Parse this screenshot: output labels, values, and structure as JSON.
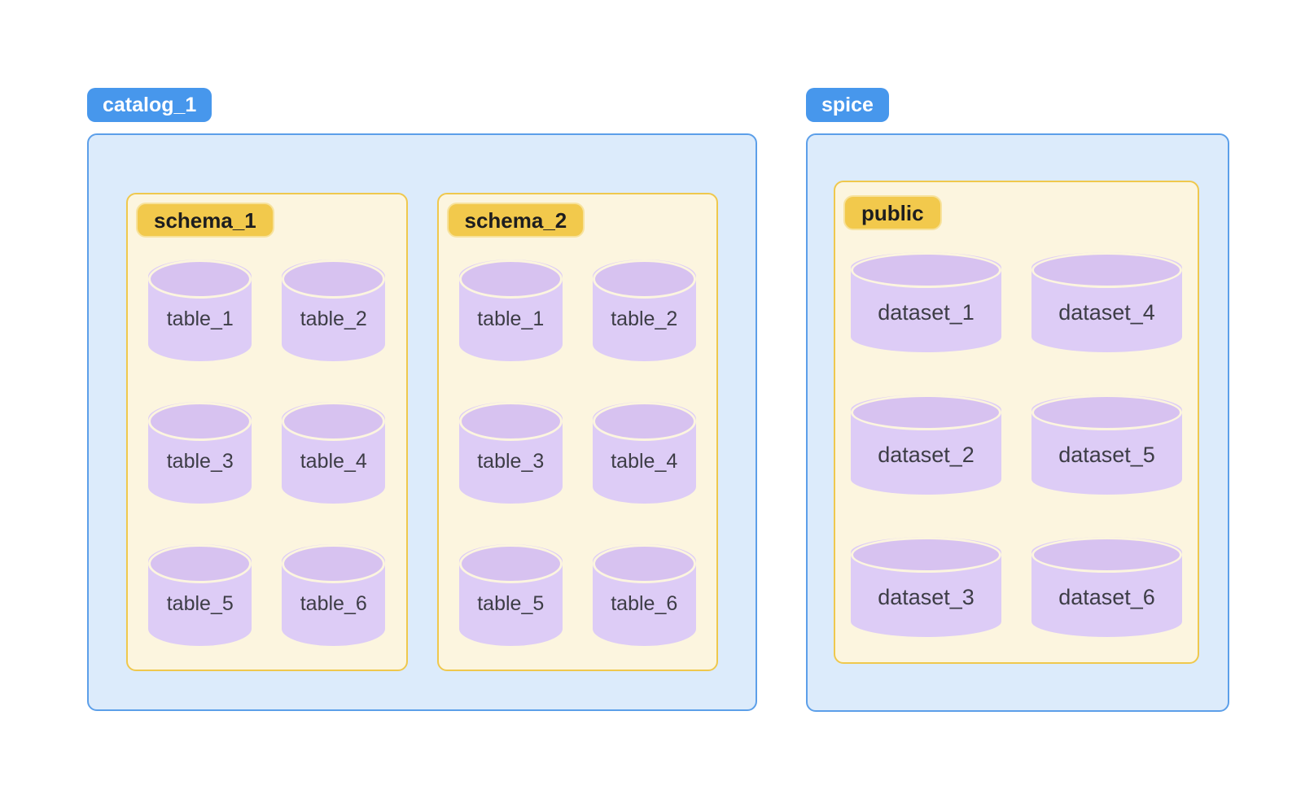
{
  "diagram": {
    "catalogs": [
      {
        "label": "catalog_1",
        "item_icon": "database-cylinder",
        "schemas": [
          {
            "label": "schema_1",
            "items": [
              "table_1",
              "table_2",
              "table_3",
              "table_4",
              "table_5",
              "table_6"
            ]
          },
          {
            "label": "schema_2",
            "items": [
              "table_1",
              "table_2",
              "table_3",
              "table_4",
              "table_5",
              "table_6"
            ]
          }
        ]
      },
      {
        "label": "spice",
        "item_icon": "database-cylinder",
        "schemas": [
          {
            "label": "public",
            "items": [
              "dataset_1",
              "dataset_4",
              "dataset_2",
              "dataset_5",
              "dataset_3",
              "dataset_6"
            ]
          }
        ]
      }
    ]
  },
  "colors": {
    "catalog_pill_bg": "#4797EC",
    "catalog_pill_text": "#FFFFFF",
    "catalog_box_bg": "#DCEBFB",
    "catalog_box_border": "#5C9FE9",
    "schema_box_bg": "#FCF5DF",
    "schema_box_border": "#EFC84D",
    "schema_pill_bg": "#F2C94C",
    "schema_pill_text": "#1D1D1F",
    "cylinder_cap": "#D7C2F0",
    "cylinder_body": "#DDCCF6",
    "cylinder_text": "#3D3D46",
    "page_bg": "#FFFFFF"
  }
}
